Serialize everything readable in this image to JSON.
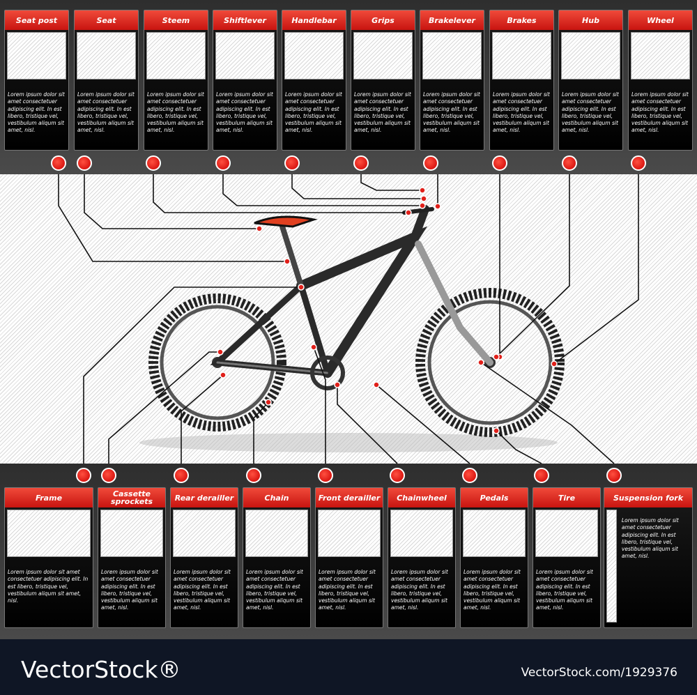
{
  "top_parts": [
    {
      "title": "Seat post"
    },
    {
      "title": "Seat"
    },
    {
      "title": "Steem"
    },
    {
      "title": "Shiftlever"
    },
    {
      "title": "Handlebar"
    },
    {
      "title": "Grips"
    },
    {
      "title": "Brakelever"
    },
    {
      "title": "Brakes"
    },
    {
      "title": "Hub"
    },
    {
      "title": "Wheel"
    }
  ],
  "bottom_parts": [
    {
      "title": "Frame"
    },
    {
      "title": "Cassette sprockets"
    },
    {
      "title": "Rear derailler"
    },
    {
      "title": "Chain"
    },
    {
      "title": "Front derailler"
    },
    {
      "title": "Chainwheel"
    },
    {
      "title": "Pedals"
    },
    {
      "title": "Tire"
    },
    {
      "title": "Suspension fork"
    }
  ],
  "description": "Lorem ipsum dolor sit amet consectetuer adipiscing elit. In est libero, tristique vel, vestibulum aliqum sit amet, nisl.",
  "footer": {
    "brand": "VectorStock®",
    "id": "VectorStock.com/1929376"
  },
  "colors": {
    "accent": "#e0201a",
    "panel": "#3a3a3a",
    "footer": "#0f1625"
  }
}
